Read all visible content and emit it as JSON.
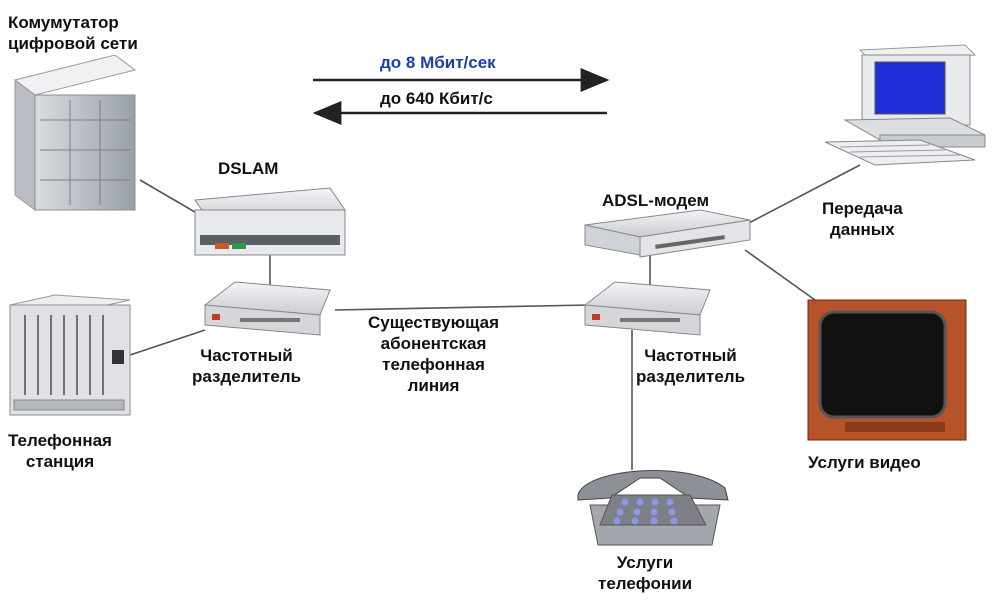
{
  "labels": {
    "switch": [
      "Комумутатор",
      "цифровой сети"
    ],
    "dslam": "DSLAM",
    "adsl_modem": "ADSL-модем",
    "data_transfer": [
      "Передача",
      "данных"
    ],
    "splitter_left": [
      "Частотный",
      "разделитель"
    ],
    "splitter_right": [
      "Частотный",
      "разделитель"
    ],
    "existing_line": [
      "Существующая",
      "абонентская",
      "телефонная",
      "линия"
    ],
    "phone_station": [
      "Телефонная",
      "станция"
    ],
    "video_services": "Услуги видео",
    "telephony_services": [
      "Услуги",
      "телефонии"
    ]
  },
  "speeds": {
    "downstream": "до 8 Мбит/сек",
    "upstream": "до 640 Кбит/с"
  },
  "colors": {
    "downstream_text": "#1a3fae",
    "monitor_screen": "#1f2fd8",
    "tv_cabinet": "#b6532a",
    "keypad": "#8e96e6"
  }
}
